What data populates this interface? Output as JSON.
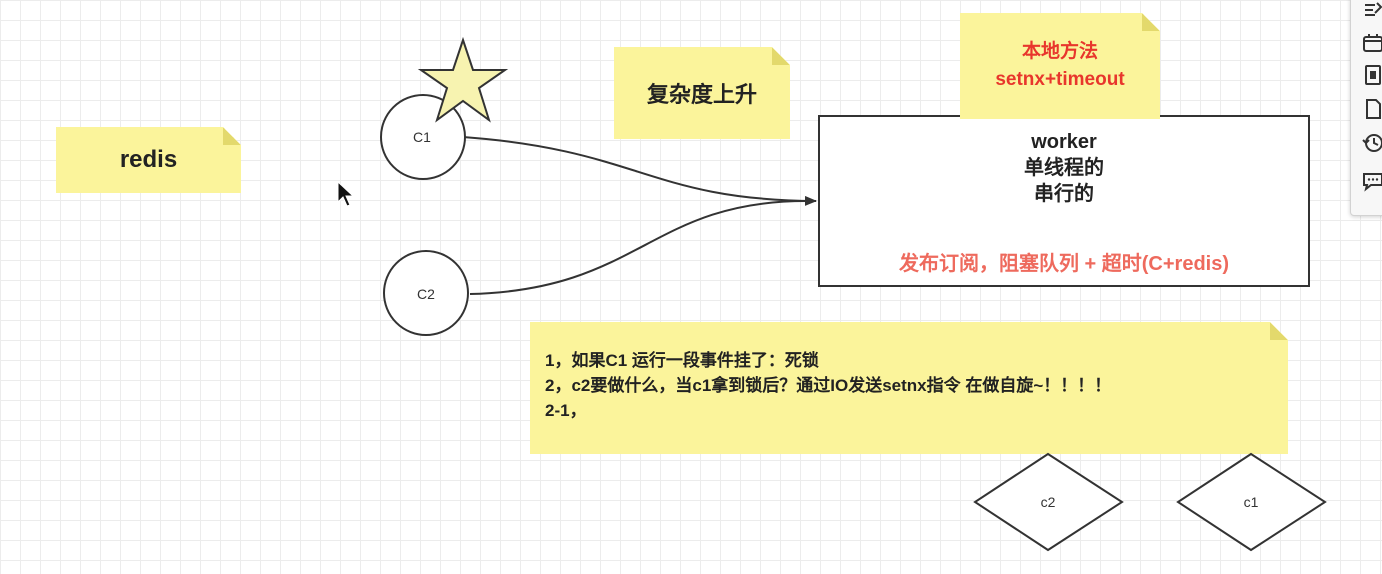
{
  "notes": {
    "redis": "redis",
    "complexity": "复杂度上升",
    "local_method": [
      "本地方法",
      "setnx+timeout"
    ],
    "points": [
      "1，如果C1 运行一段事件挂了：死锁",
      "2，c2要做什么，当c1拿到锁后？通过IO发送setnx指令 在做自旋~！！！！",
      "2-1，"
    ]
  },
  "worker": {
    "lines": [
      "worker",
      "单线程的",
      "串行的"
    ],
    "red_line": "发布订阅，阻塞队列 + 超时(C+redis)"
  },
  "nodes": {
    "c1_circle": "C1",
    "c2_circle": "C2",
    "c2_diamond": "c2",
    "c1_diamond": "c1"
  },
  "colors": {
    "note_yellow": "#fbf49b",
    "accent_red": "#e8362c",
    "soft_red": "#ee6a5d",
    "star_fill": "#f7f3b0"
  },
  "toolbar": {
    "icons": [
      "style-icon",
      "calendar-icon",
      "copy-icon",
      "page-icon",
      "history-icon",
      "comment-icon"
    ]
  }
}
